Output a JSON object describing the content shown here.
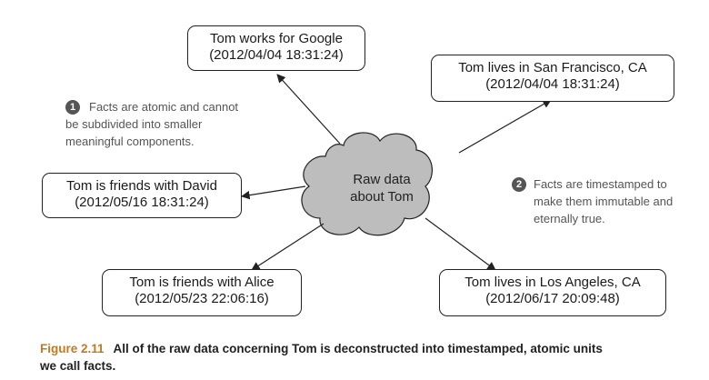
{
  "hub": {
    "label_line1": "Raw data",
    "label_line2": "about Tom"
  },
  "facts": [
    {
      "text": "Tom works for Google",
      "timestamp": "(2012/04/04 18:31:24)"
    },
    {
      "text": "Tom lives in San Francisco, CA",
      "timestamp": "(2012/04/04 18:31:24)"
    },
    {
      "text": "Tom is friends with David",
      "timestamp": "(2012/05/16 18:31:24)"
    },
    {
      "text": "Tom is friends with Alice",
      "timestamp": "(2012/05/23 22:06:16)"
    },
    {
      "text": "Tom lives in Los Angeles, CA",
      "timestamp": "(2012/06/17 20:09:48)"
    }
  ],
  "notes": [
    {
      "number": "1",
      "lines": [
        "Facts are atomic and cannot",
        "be subdivided into smaller",
        "meaningful components."
      ]
    },
    {
      "number": "2",
      "lines": [
        "Facts are timestamped to",
        "make them immutable and",
        "eternally true."
      ]
    }
  ],
  "caption": {
    "figure_label": "Figure 2.11",
    "line1": "All of the raw data concerning Tom is deconstructed into timestamped, atomic units",
    "line2": "we call facts."
  },
  "colors": {
    "cloud_fill": "#bdbdbd",
    "badge": "#555555",
    "figure_label": "#c8781b"
  }
}
